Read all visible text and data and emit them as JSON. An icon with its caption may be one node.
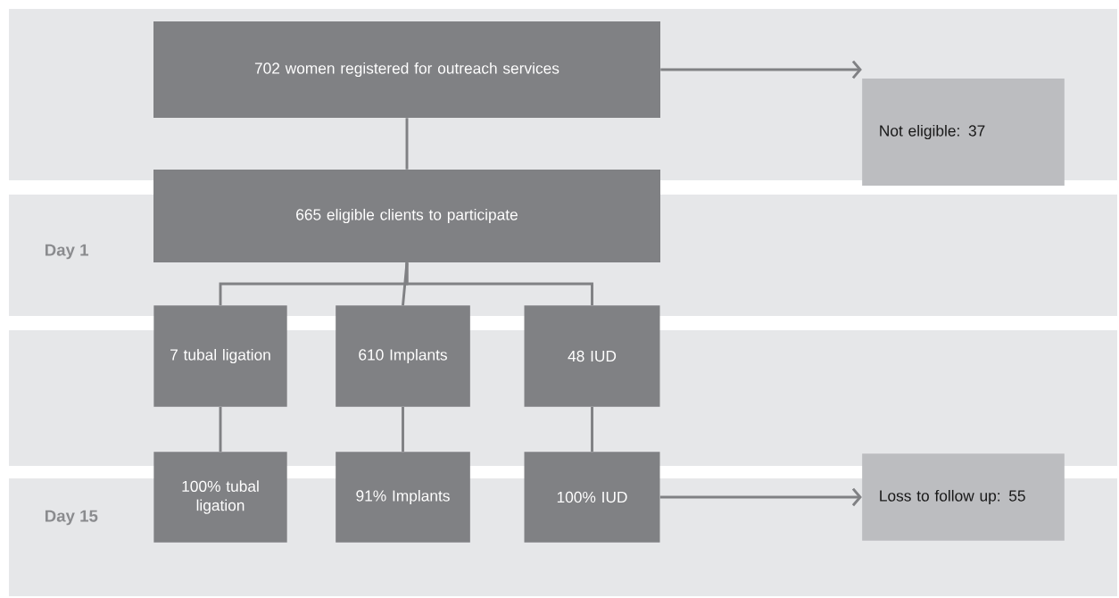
{
  "diagram": {
    "nodes": [
      {
        "text": [
          "702 women registered for outreach services"
        ]
      },
      {
        "text": [
          "Not eligible: 37"
        ]
      },
      {
        "text": [
          "665 eligible clients to participate"
        ]
      },
      {
        "text": [
          "7 tubal ligation"
        ]
      },
      {
        "text": [
          "610 Implants"
        ]
      },
      {
        "text": [
          "48 IUD"
        ]
      },
      {
        "text": [
          "100% tubal ligation"
        ]
      },
      {
        "text": [
          "91% Implants"
        ]
      },
      {
        "text": [
          "100% IUD"
        ]
      },
      {
        "text": [
          "Loss to follow up: 55"
        ]
      }
    ],
    "edges": [
      {
        "from": 0,
        "to": 2,
        "arrow": "none"
      },
      {
        "from": 0,
        "to": 1,
        "arrow": "to"
      },
      {
        "from": 2,
        "to": 3,
        "arrow": "none"
      },
      {
        "from": 2,
        "to": 4,
        "arrow": "none"
      },
      {
        "from": 2,
        "to": 5,
        "arrow": "none"
      },
      {
        "from": 3,
        "to": 6,
        "arrow": "none"
      },
      {
        "from": 4,
        "to": 7,
        "arrow": "none"
      },
      {
        "from": 5,
        "to": 8,
        "arrow": "none"
      },
      {
        "from": 8,
        "to": 9,
        "arrow": "to"
      }
    ],
    "labels": [
      "Day 1",
      "Day 15"
    ]
  }
}
